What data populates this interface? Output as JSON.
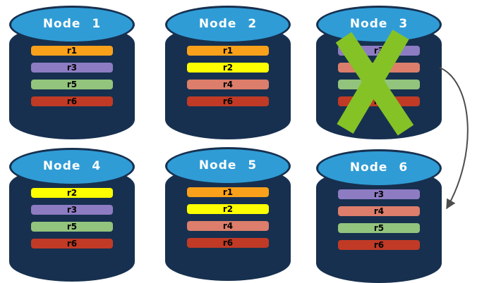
{
  "colors": {
    "cylinder_body": "#17304F",
    "cylinder_top": "#2F9CD6",
    "title_text": "#FFFFFF",
    "bar_text": "#000000",
    "failure_x": "#85C226",
    "arrow": "#4D4D4D",
    "replicas": {
      "r1": "#F9A11B",
      "r2": "#FDFF00",
      "r3": "#8E7CC3",
      "r4": "#DC7E6B",
      "r5": "#93C47D",
      "r6": "#C03A26"
    }
  },
  "nodes": [
    {
      "label": "Node 1",
      "replicas": [
        "r1",
        "r3",
        "r5",
        "r6"
      ],
      "failed": false
    },
    {
      "label": "Node 2",
      "replicas": [
        "r1",
        "r2",
        "r4",
        "r6"
      ],
      "failed": false
    },
    {
      "label": "Node 3",
      "replicas": [
        "r3",
        "r4",
        "r5",
        "r6"
      ],
      "failed": true
    },
    {
      "label": "Node 4",
      "replicas": [
        "r2",
        "r3",
        "r5",
        "r6"
      ],
      "failed": false
    },
    {
      "label": "Node 5",
      "replicas": [
        "r1",
        "r2",
        "r4",
        "r6"
      ],
      "failed": false
    },
    {
      "label": "Node 6",
      "replicas": [
        "r3",
        "r4",
        "r5",
        "r6"
      ],
      "failed": false
    }
  ],
  "arrow": {
    "from": "Node 3",
    "to": "Node 6"
  }
}
